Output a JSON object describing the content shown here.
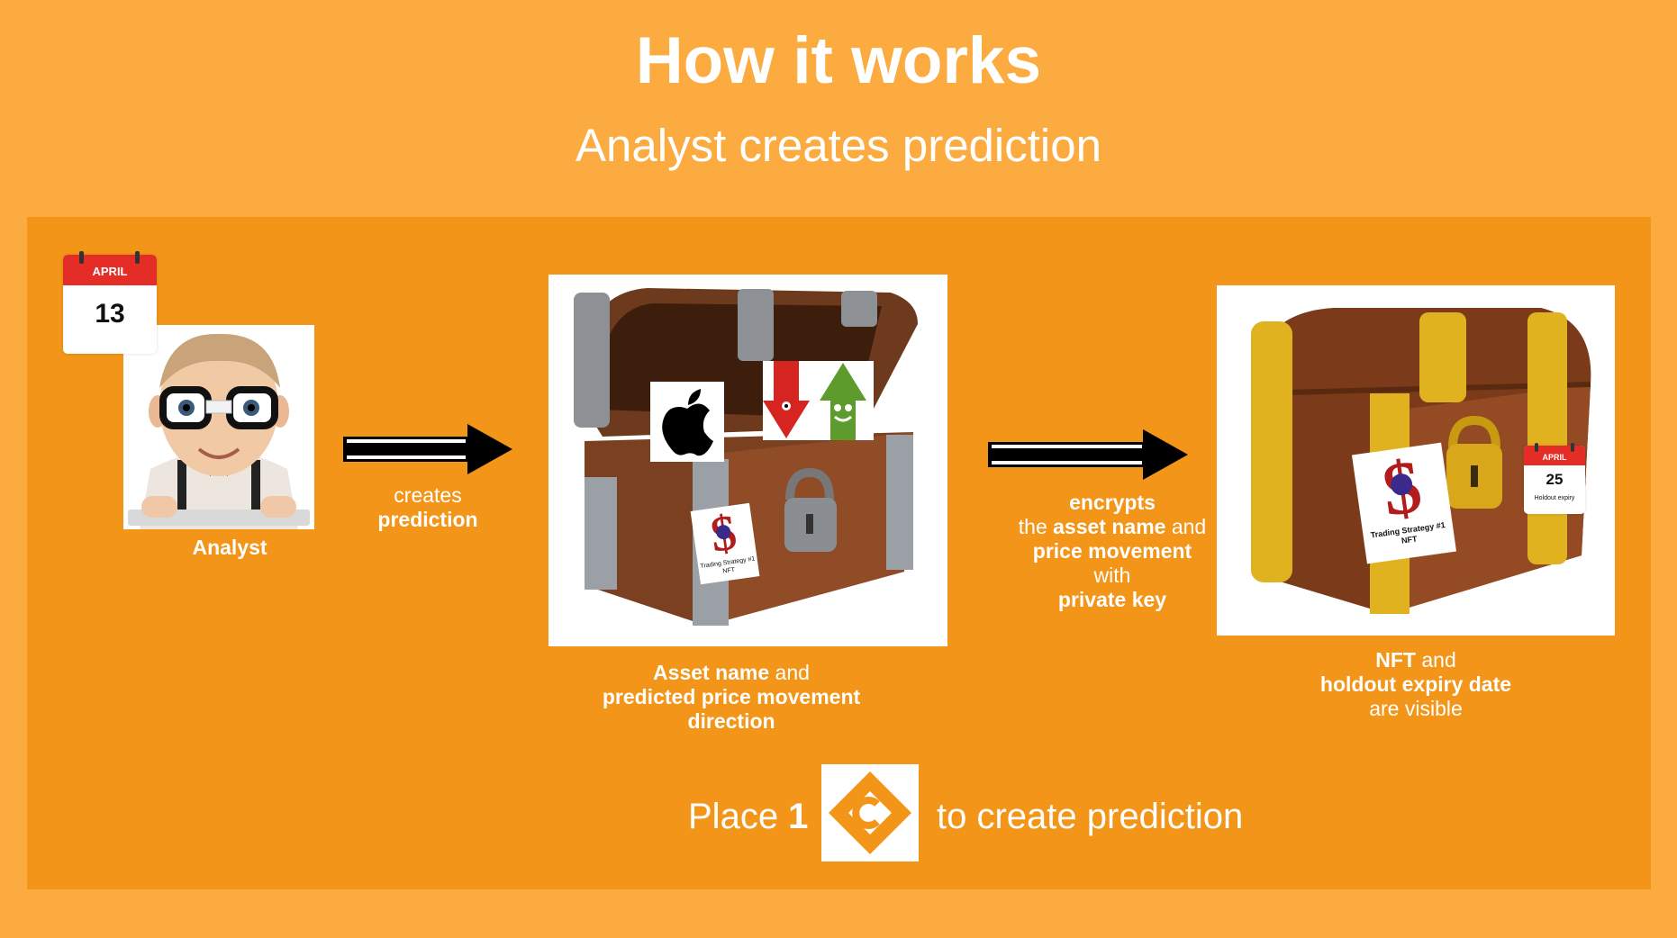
{
  "header": {
    "title": "How it works",
    "subtitle": "Analyst creates prediction"
  },
  "step1": {
    "calendar_month": "APRIL",
    "calendar_day": "13",
    "caption": "Analyst"
  },
  "arrow1": {
    "line1": "creates",
    "line2": "prediction"
  },
  "step2": {
    "nft_label_line1": "Trading Strategy #1",
    "nft_label_line2": "NFT",
    "caption_bold1": "Asset name",
    "caption_plain1": " and",
    "caption_line2": "predicted price movement",
    "caption_line3": "direction"
  },
  "arrow2": {
    "line1": "encrypts",
    "line2_a": "the ",
    "line2_b": "asset name",
    "line2_c": " and",
    "line3": "price movement",
    "line4": "with",
    "line5": "private key"
  },
  "step3": {
    "nft_label_line1": "Trading Strategy #1",
    "nft_label_line2": "NFT",
    "calendar_month": "APRIL",
    "calendar_day": "25",
    "calendar_note": "Holdout expiry",
    "caption_bold1": "NFT",
    "caption_plain1": " and",
    "caption_line2": "holdout expiry date",
    "caption_line3": "are visible"
  },
  "footer": {
    "place_word": "Place ",
    "place_count": "1",
    "place_suffix": "to create prediction"
  },
  "colors": {
    "background": "#fbab40",
    "panel": "#f39518",
    "text": "#ffffff"
  }
}
